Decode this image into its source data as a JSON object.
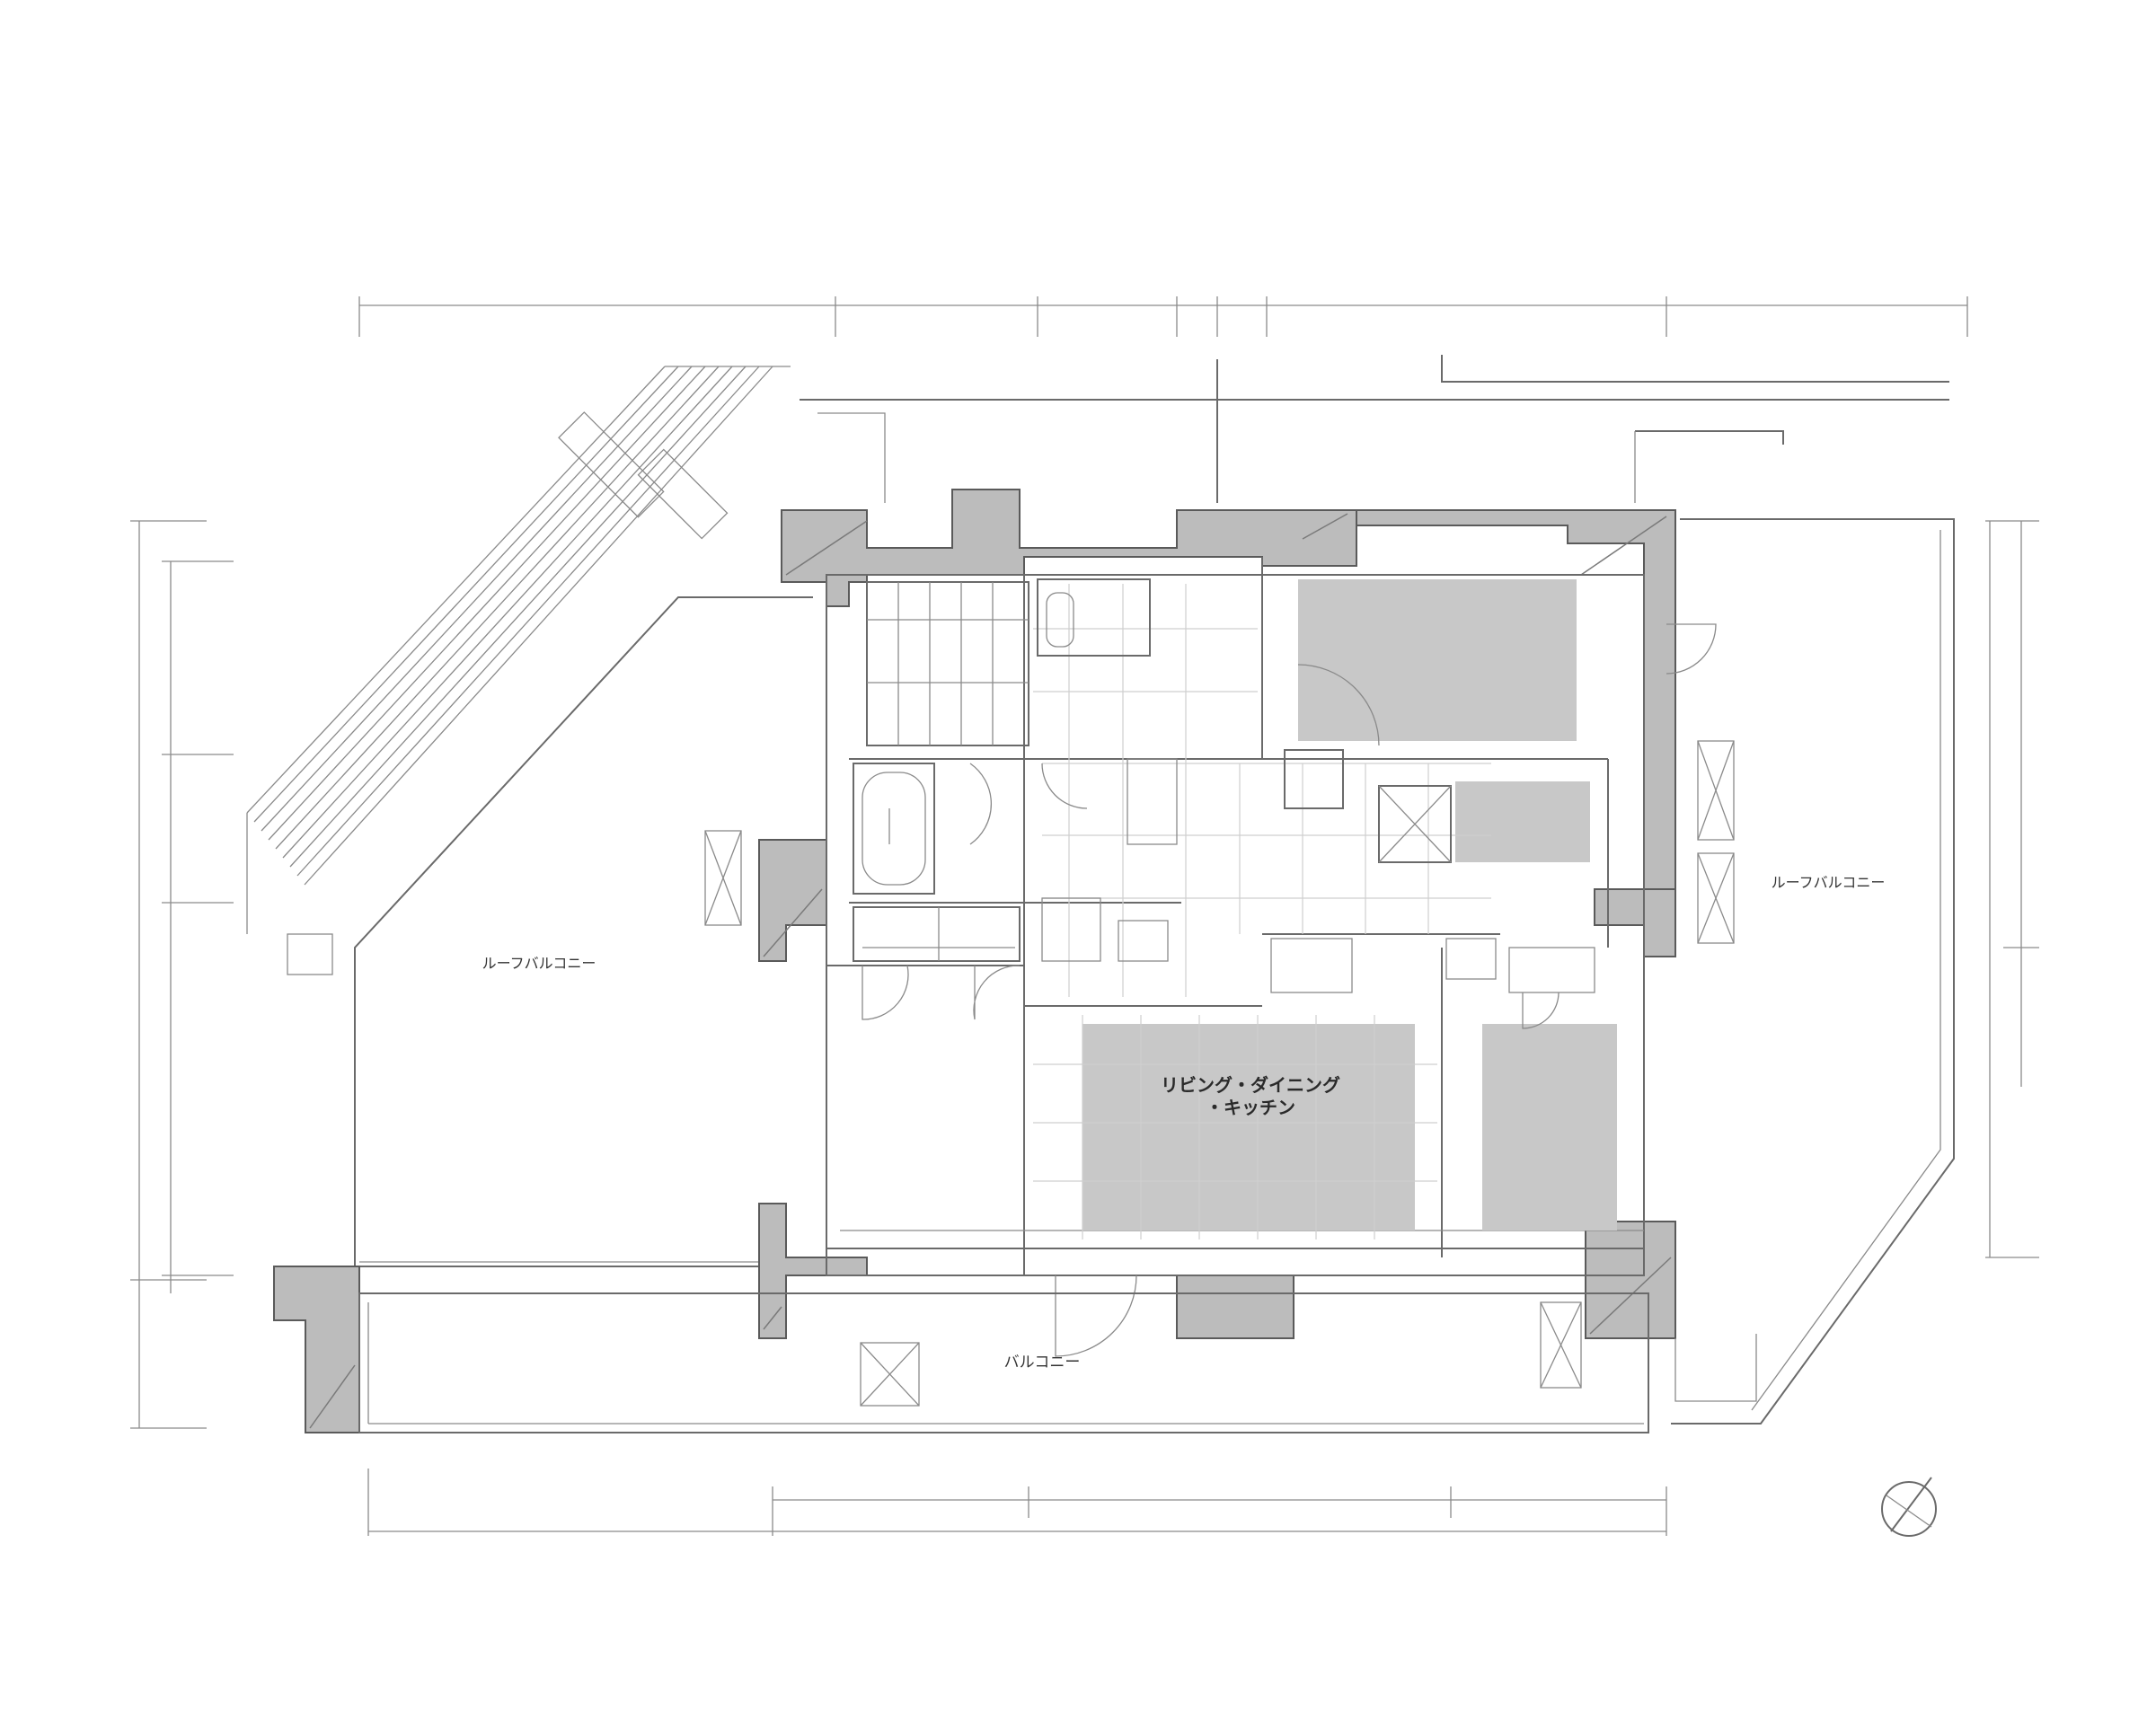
{
  "floor_plan": {
    "rooms": {
      "ldk": {
        "name": "リビング・ダイニング",
        "name2": "・キッチン"
      }
    },
    "areas": {
      "balcony_bottom": "バルコニー",
      "roof_balcony_left": "ルーフバルコニー",
      "roof_balcony_right": "ルーフバルコニー"
    },
    "colors": {
      "wall": "#bcbcbc",
      "room_shade": "#c8c8c8",
      "line": "#6a6a6a"
    },
    "icons": [
      "north-compass-icon",
      "door-swing-icon",
      "bathtub-icon",
      "toilet-icon"
    ]
  }
}
